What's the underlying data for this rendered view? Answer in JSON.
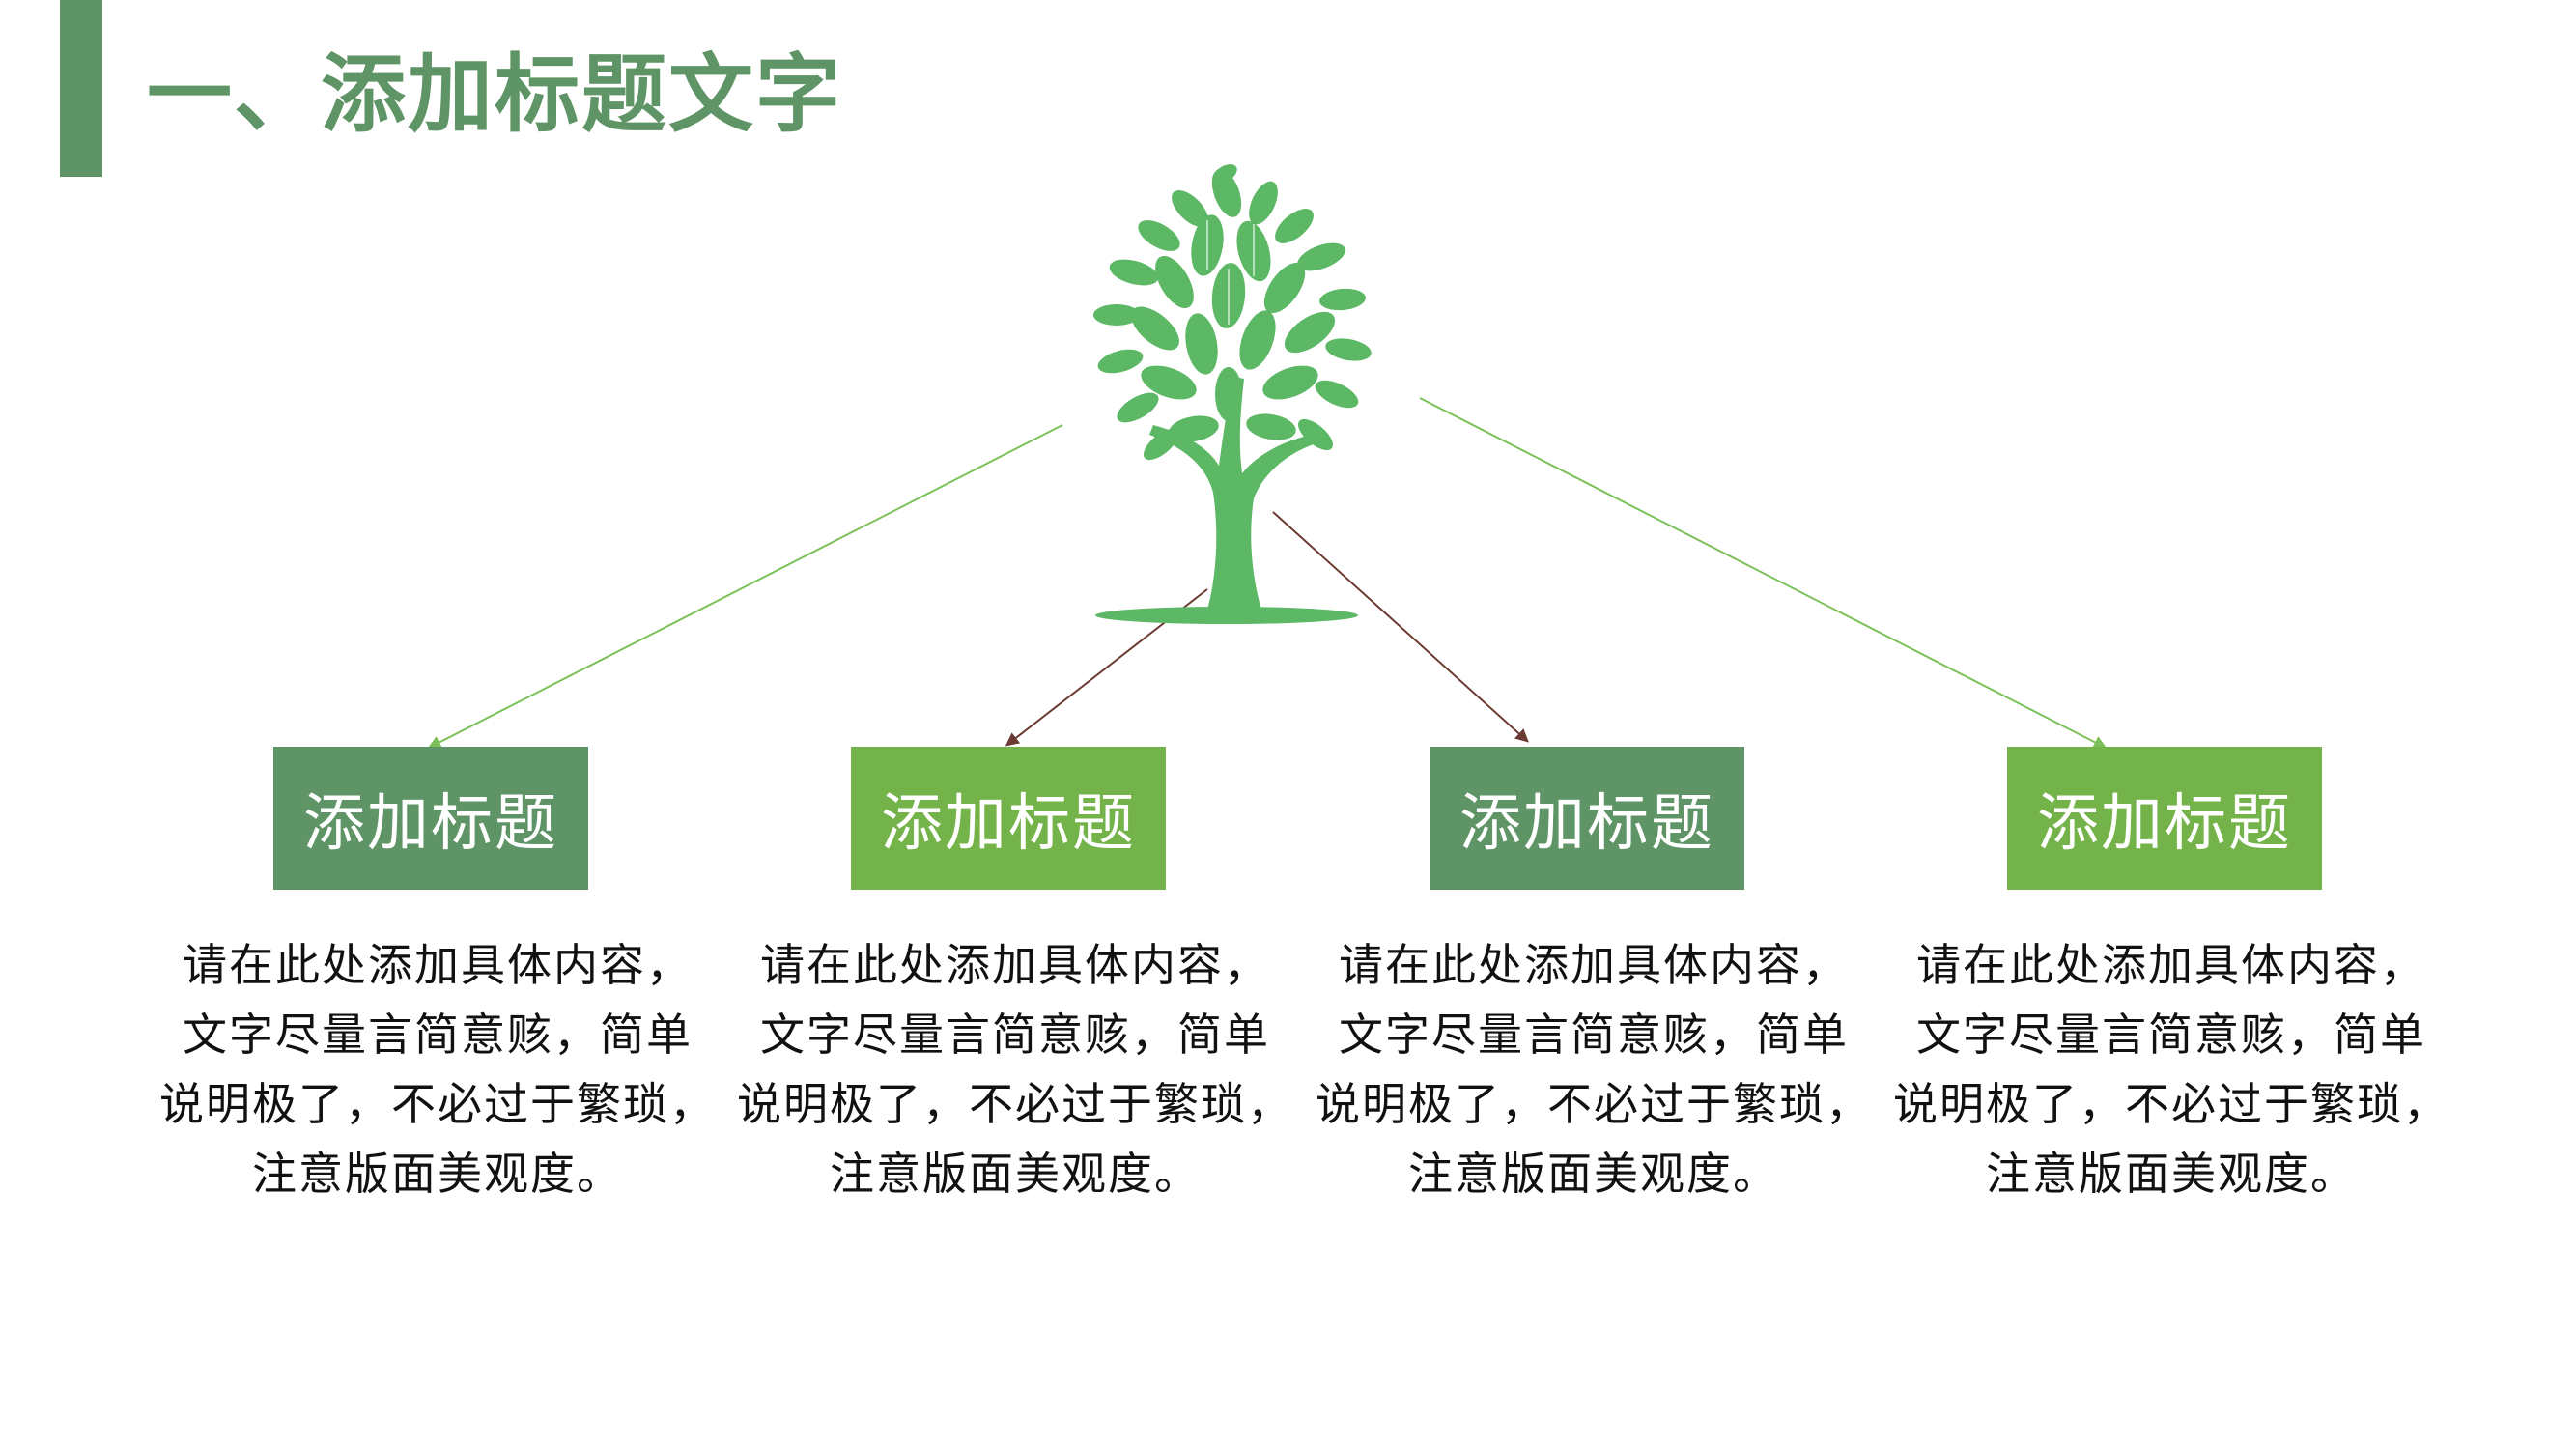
{
  "header": {
    "title": "一、添加标题文字"
  },
  "colors": {
    "accent_dark": "#5f9466",
    "accent_light": "#74b349",
    "leaf": "#5cb865",
    "arrow_brown": "#6b3a32"
  },
  "cards": [
    {
      "title": "添加标题",
      "lines": [
        "请在此处添加具体内容，",
        "文字尽量言简意赅，简单",
        "说明极了，不必过于繁琐，",
        "注意版面美观度。"
      ]
    },
    {
      "title": "添加标题",
      "lines": [
        "请在此处添加具体内容，",
        "文字尽量言简意赅，简单",
        "说明极了，不必过于繁琐，",
        "注意版面美观度。"
      ]
    },
    {
      "title": "添加标题",
      "lines": [
        "请在此处添加具体内容，",
        "文字尽量言简意赅，简单",
        "说明极了，不必过于繁琐，",
        "注意版面美观度。"
      ]
    },
    {
      "title": "添加标题",
      "lines": [
        "请在此处添加具体内容，",
        "文字尽量言简意赅，简单",
        "说明极了，不必过于繁琐，",
        "注意版面美观度。"
      ]
    }
  ],
  "icons": {
    "tree": "tree-icon"
  }
}
